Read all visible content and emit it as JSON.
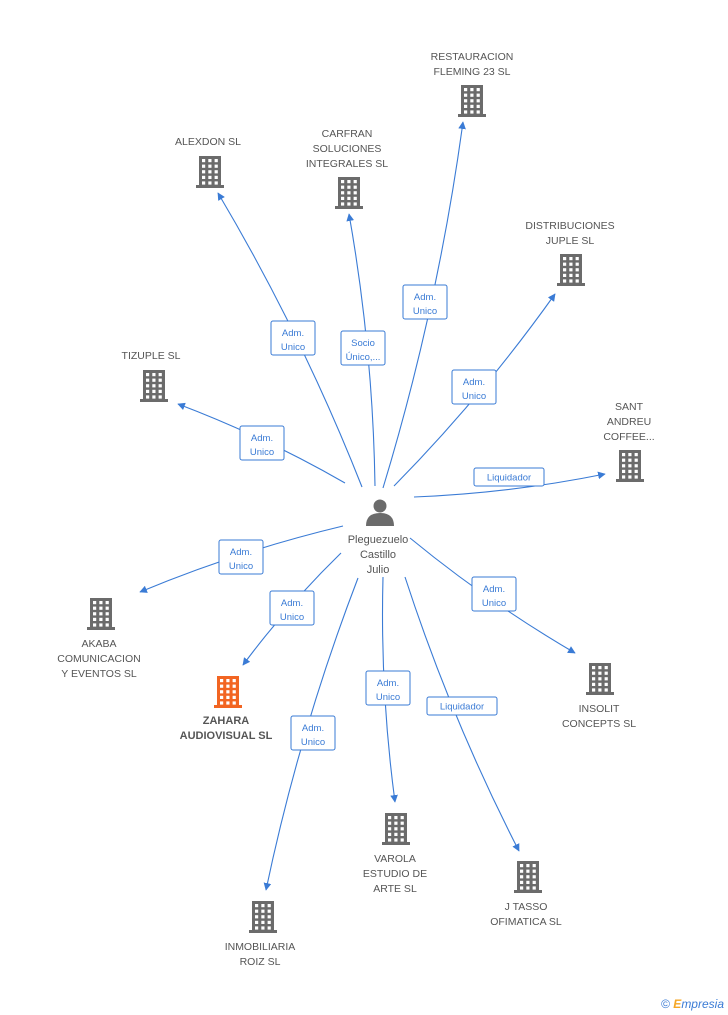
{
  "person": {
    "name": "Pleguezuelo Castillo Julio",
    "lines": [
      "Pleguezuelo",
      "Castillo",
      "Julio"
    ]
  },
  "companies": [
    {
      "id": "restauracion",
      "lines": [
        "RESTAURACION",
        "FLEMING 23 SL"
      ],
      "highlight": false
    },
    {
      "id": "carfran",
      "lines": [
        "CARFRAN",
        "SOLUCIONES",
        "INTEGRALES SL"
      ],
      "highlight": false
    },
    {
      "id": "alexdon",
      "lines": [
        "ALEXDON SL"
      ],
      "highlight": false
    },
    {
      "id": "distribuciones",
      "lines": [
        "DISTRIBUCIONES",
        "JUPLE SL"
      ],
      "highlight": false
    },
    {
      "id": "tizuple",
      "lines": [
        "TIZUPLE SL"
      ],
      "highlight": false
    },
    {
      "id": "santandreu",
      "lines": [
        "SANT",
        "ANDREU",
        "COFFEE..."
      ],
      "highlight": false
    },
    {
      "id": "akaba",
      "lines": [
        "AKABA",
        "COMUNICACION",
        "Y EVENTOS SL"
      ],
      "highlight": false
    },
    {
      "id": "zahara",
      "lines": [
        "ZAHARA",
        "AUDIOVISUAL SL"
      ],
      "highlight": true
    },
    {
      "id": "insolit",
      "lines": [
        "INSOLIT",
        "CONCEPTS SL"
      ],
      "highlight": false
    },
    {
      "id": "varola",
      "lines": [
        "VAROLA",
        "ESTUDIO DE",
        "ARTE SL"
      ],
      "highlight": false
    },
    {
      "id": "jtasso",
      "lines": [
        "J TASSO",
        "OFIMATICA SL"
      ],
      "highlight": false
    },
    {
      "id": "inmobiliaria",
      "lines": [
        "INMOBILIARIA",
        "ROIZ SL"
      ],
      "highlight": false
    }
  ],
  "edges": [
    {
      "to": "restauracion",
      "label": [
        "Adm.",
        "Unico"
      ]
    },
    {
      "to": "carfran",
      "label": [
        "Socio",
        "Único,..."
      ]
    },
    {
      "to": "alexdon",
      "label": [
        "Adm.",
        "Unico"
      ]
    },
    {
      "to": "distribuciones",
      "label": [
        "Adm.",
        "Unico"
      ]
    },
    {
      "to": "tizuple",
      "label": [
        "Adm.",
        "Unico"
      ]
    },
    {
      "to": "santandreu",
      "label": [
        "Liquidador"
      ]
    },
    {
      "to": "akaba",
      "label": [
        "Adm.",
        "Unico"
      ]
    },
    {
      "to": "zahara",
      "label": [
        "Adm.",
        "Unico"
      ]
    },
    {
      "to": "insolit",
      "label": [
        "Adm.",
        "Unico"
      ]
    },
    {
      "to": "varola",
      "label": [
        "Adm.",
        "Unico"
      ]
    },
    {
      "to": "jtasso",
      "label": [
        "Liquidador"
      ]
    },
    {
      "to": "inmobiliaria",
      "label": [
        "Adm.",
        "Unico"
      ]
    }
  ],
  "colors": {
    "edge": "#3a7bd5",
    "building": "#6b6b6b",
    "highlight": "#f26522",
    "person": "#6b6b6b"
  },
  "brand": {
    "copyright": "©",
    "name_first": "E",
    "name_rest": "mpresia"
  }
}
